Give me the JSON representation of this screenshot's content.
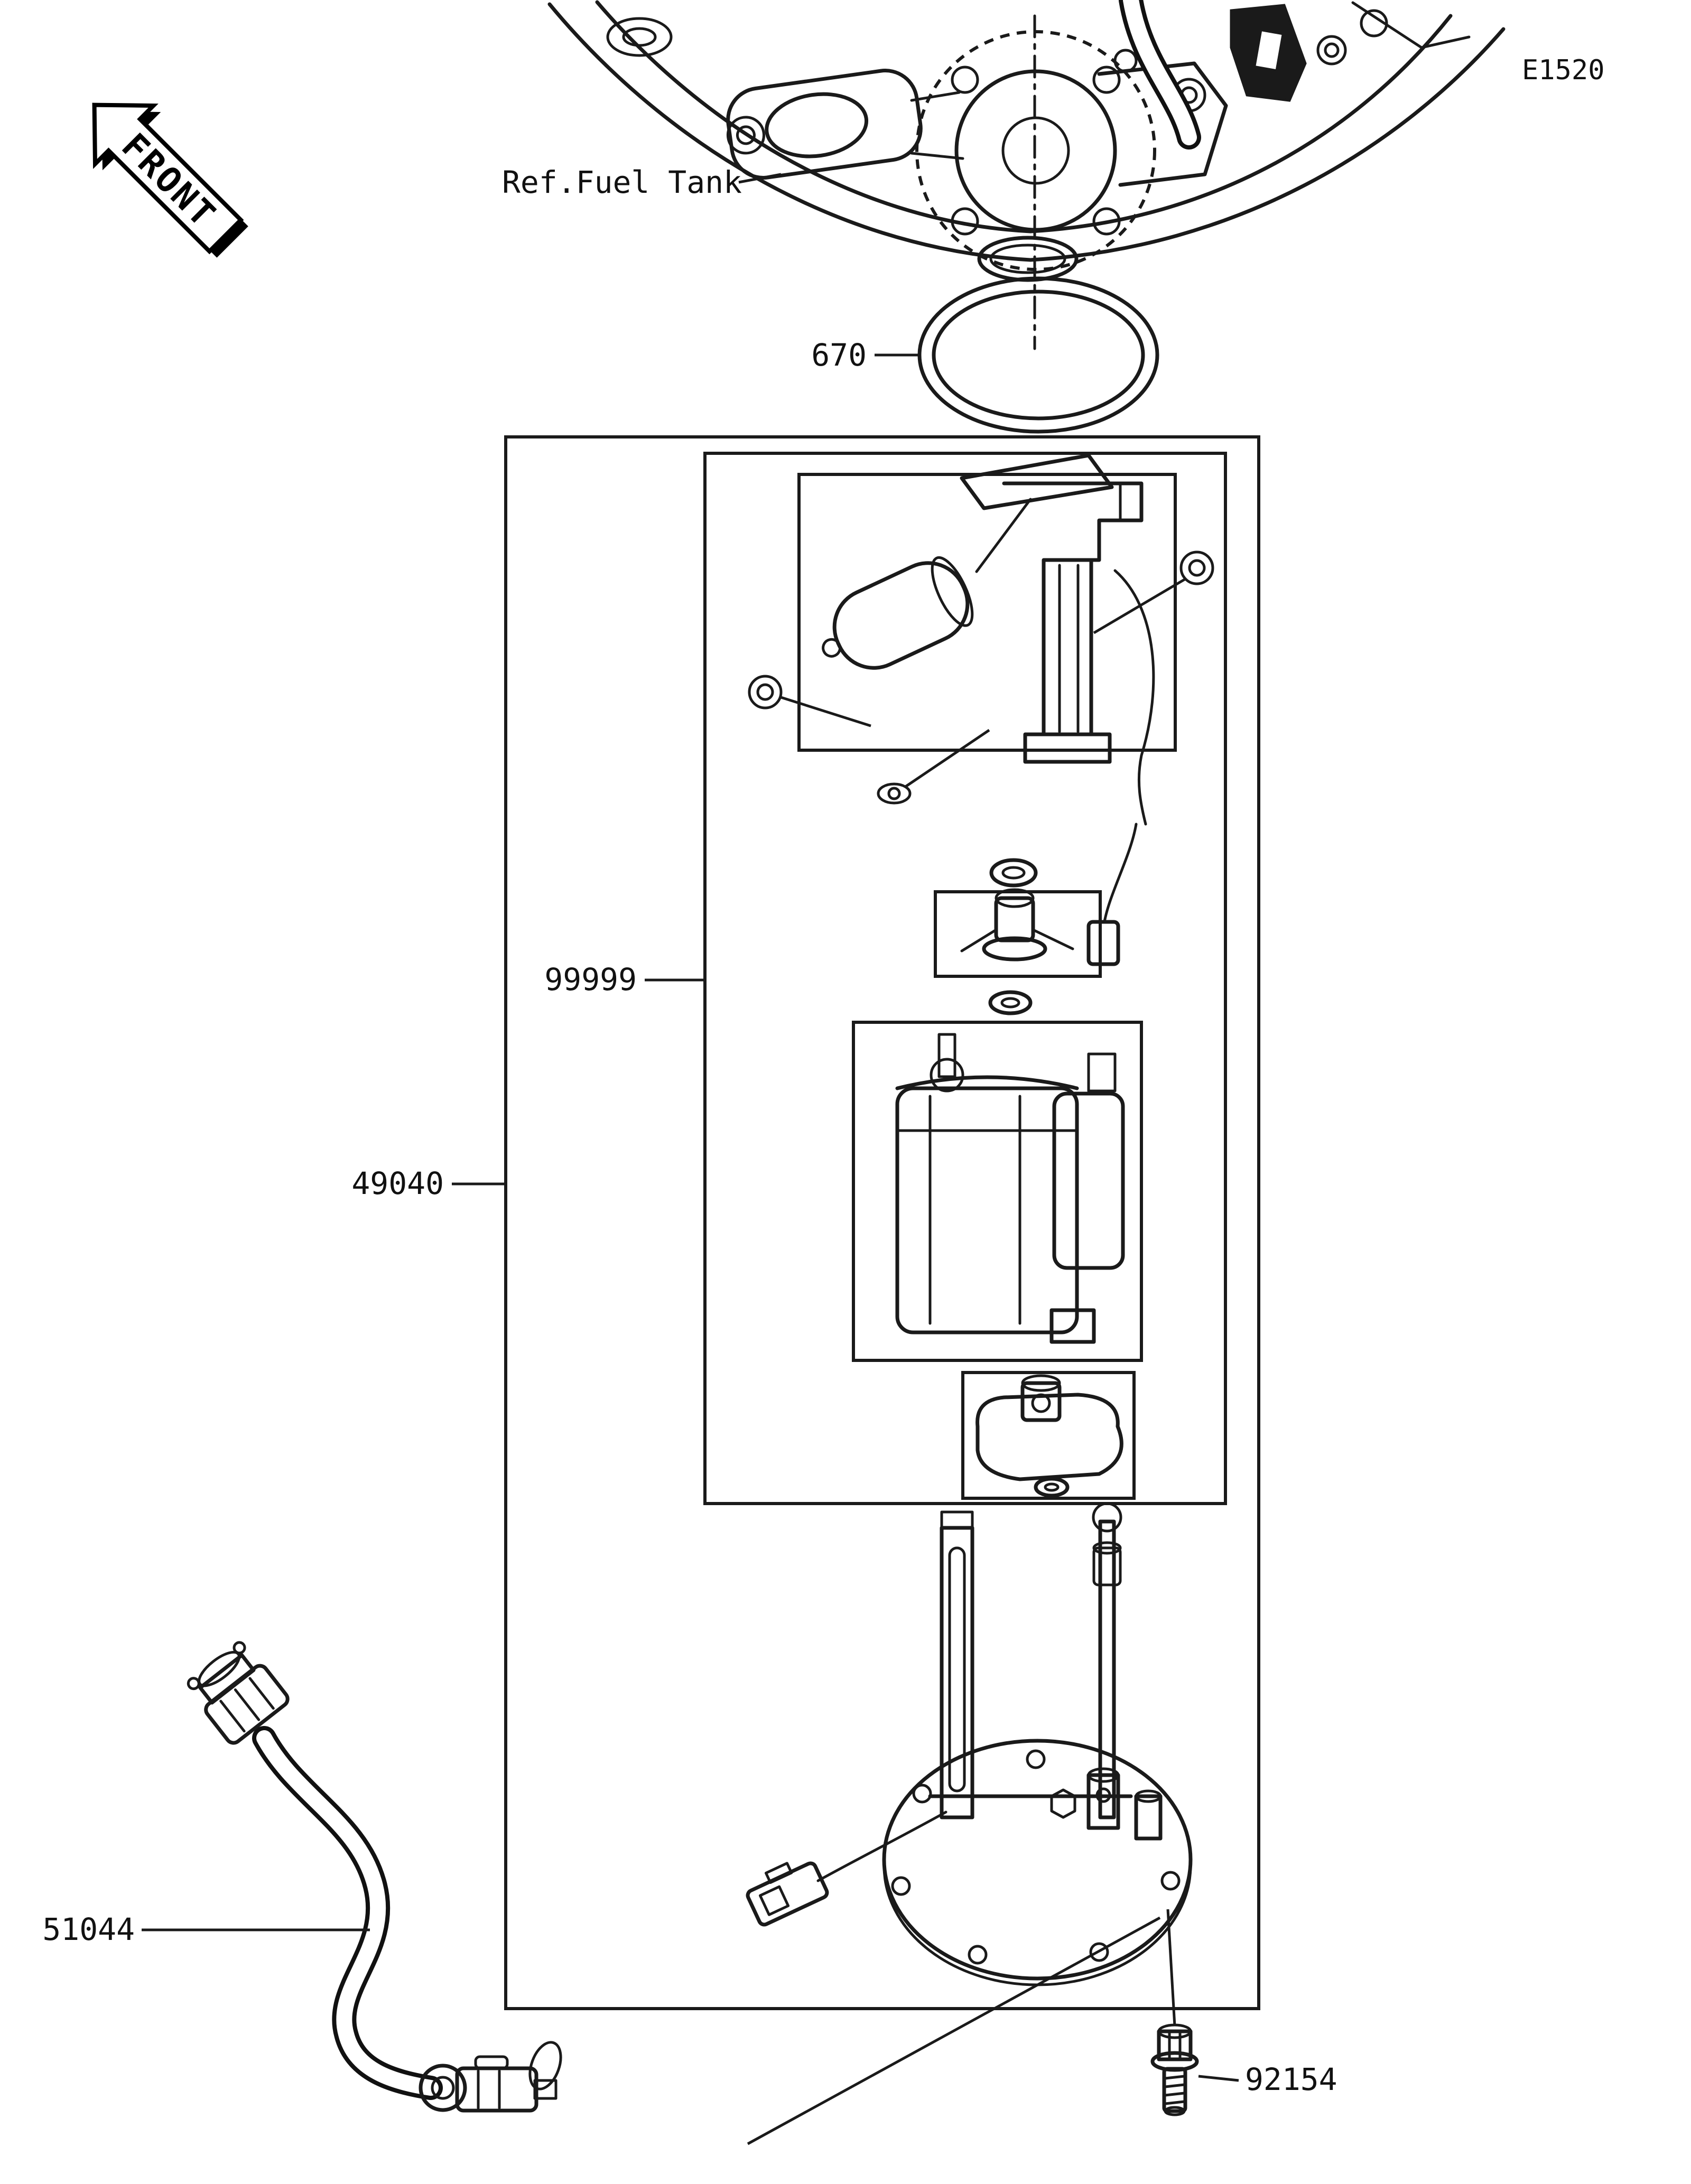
{
  "diagram": {
    "page_code": "E1520",
    "front_label": "FRONT",
    "ref_fuel_tank_label": "Ref.Fuel Tank",
    "parts": [
      {
        "id": "670",
        "name": "o-ring"
      },
      {
        "id": "99999",
        "name": "fuel-pump-inner-assembly"
      },
      {
        "id": "49040",
        "name": "fuel-pump-assembly"
      },
      {
        "id": "51044",
        "name": "fuel-hose"
      },
      {
        "id": "92154",
        "name": "flange-bolt"
      }
    ],
    "colors": {
      "line": "#1a1a1a",
      "background": "#ffffff"
    }
  }
}
